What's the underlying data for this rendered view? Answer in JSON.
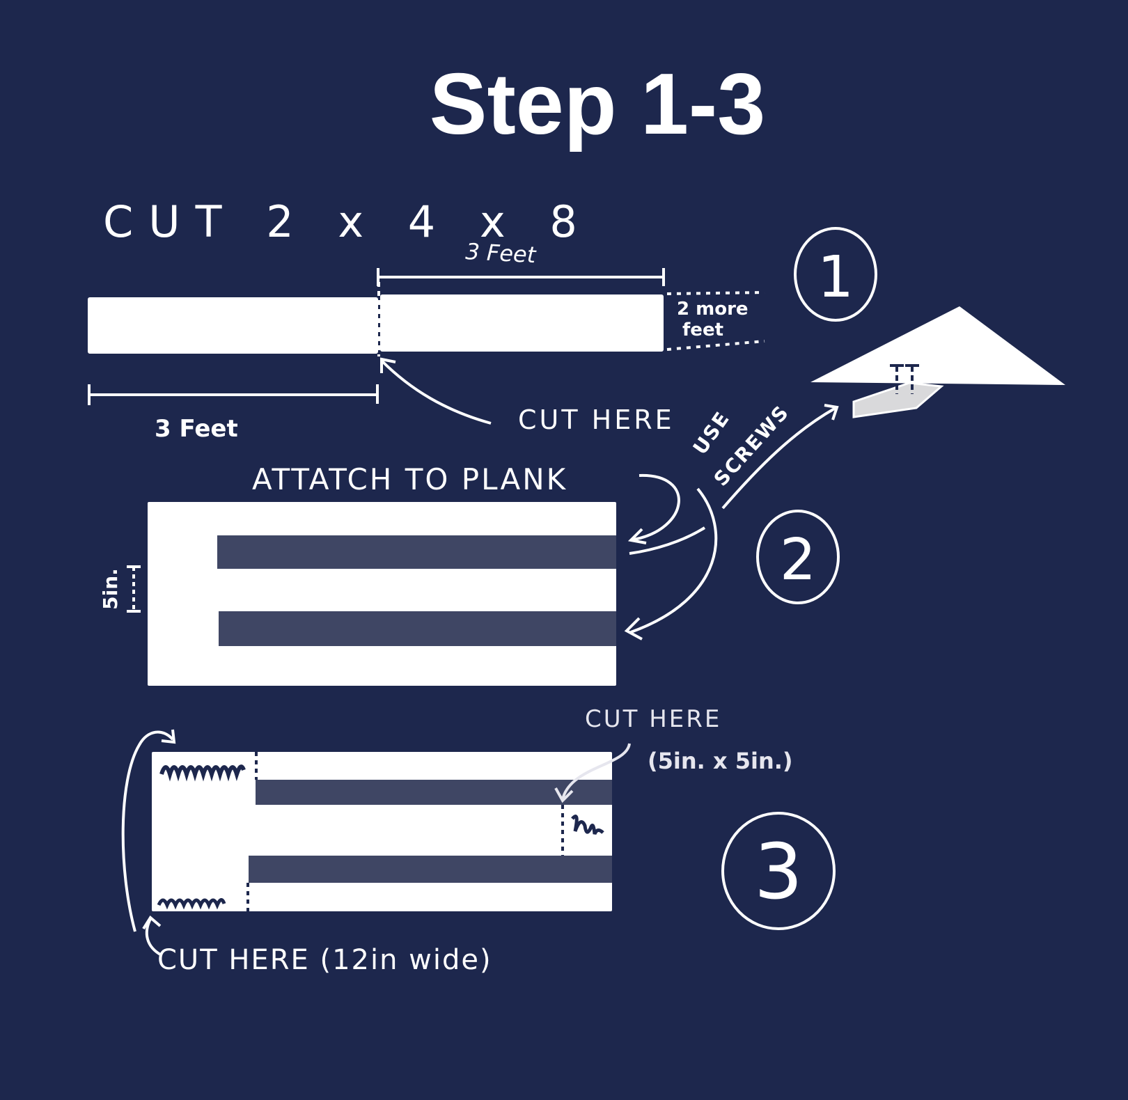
{
  "diagram": {
    "title": "Step 1-3",
    "background_color": "#1d274d",
    "step1": {
      "heading": "CUT 2 x 4 x 8",
      "dim_top": "3 Feet",
      "dim_bottom": "3 Feet",
      "leftover_line1": "2 more",
      "leftover_line2": "feet",
      "cut_label": "CUT HERE",
      "number": "1"
    },
    "step2": {
      "attach_label": "ATTATCH TO PLANK",
      "screws_line1": "USE",
      "screws_line2": "SCREWS",
      "gap_label": "5in.",
      "number": "2"
    },
    "step3": {
      "cut_corner_line1": "CUT HERE",
      "cut_corner_line2": "(5in. x 5in.)",
      "cut_wide_label": "CUT HERE (12in wide)",
      "number": "3"
    }
  }
}
